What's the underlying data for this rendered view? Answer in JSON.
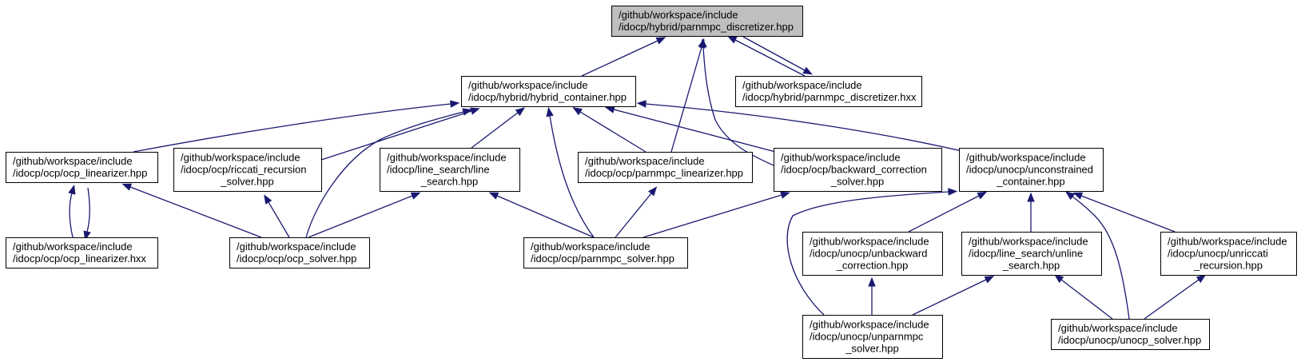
{
  "diagram": {
    "colors": {
      "root_fill": "#bfbfbf",
      "node_fill": "#ffffff",
      "node_border": "#000000",
      "edge": "#191970"
    },
    "nodes": [
      {
        "id": "parnmpc_discretizer_hpp",
        "root": true,
        "lines": [
          "/github/workspace/include",
          "/idocp/hybrid/parnmpc_discretizer.hpp"
        ]
      },
      {
        "id": "hybrid_container_hpp",
        "lines": [
          "/github/workspace/include",
          "/idocp/hybrid/hybrid_container.hpp"
        ]
      },
      {
        "id": "parnmpc_discretizer_hxx",
        "lines": [
          "/github/workspace/include",
          "/idocp/hybrid/parnmpc_discretizer.hxx"
        ]
      },
      {
        "id": "ocp_linearizer_hpp",
        "lines": [
          "/github/workspace/include",
          "/idocp/ocp/ocp_linearizer.hpp"
        ]
      },
      {
        "id": "riccati_recursion_solver_hpp",
        "lines": [
          "/github/workspace/include",
          "/idocp/ocp/riccati_recursion",
          "_solver.hpp"
        ]
      },
      {
        "id": "line_search_hpp",
        "lines": [
          "/github/workspace/include",
          "/idocp/line_search/line",
          "_search.hpp"
        ]
      },
      {
        "id": "parnmpc_linearizer_hpp",
        "lines": [
          "/github/workspace/include",
          "/idocp/ocp/parnmpc_linearizer.hpp"
        ]
      },
      {
        "id": "backward_correction_solver_hpp",
        "lines": [
          "/github/workspace/include",
          "/idocp/ocp/backward_correction",
          "_solver.hpp"
        ]
      },
      {
        "id": "unconstrained_container_hpp",
        "lines": [
          "/github/workspace/include",
          "/idocp/unocp/unconstrained",
          "_container.hpp"
        ]
      },
      {
        "id": "ocp_linearizer_hxx",
        "lines": [
          "/github/workspace/include",
          "/idocp/ocp/ocp_linearizer.hxx"
        ]
      },
      {
        "id": "ocp_solver_hpp",
        "lines": [
          "/github/workspace/include",
          "/idocp/ocp/ocp_solver.hpp"
        ]
      },
      {
        "id": "parnmpc_solver_hpp",
        "lines": [
          "/github/workspace/include",
          "/idocp/ocp/parnmpc_solver.hpp"
        ]
      },
      {
        "id": "unbackward_correction_hpp",
        "lines": [
          "/github/workspace/include",
          "/idocp/unocp/unbackward",
          "_correction.hpp"
        ]
      },
      {
        "id": "unline_search_hpp",
        "lines": [
          "/github/workspace/include",
          "/idocp/line_search/unline",
          "_search.hpp"
        ]
      },
      {
        "id": "unriccati_recursion_hpp",
        "lines": [
          "/github/workspace/include",
          "/idocp/unocp/unriccati",
          "_recursion.hpp"
        ]
      },
      {
        "id": "unparnmpc_solver_hpp",
        "lines": [
          "/github/workspace/include",
          "/idocp/unocp/unparnmpc",
          "_solver.hpp"
        ]
      },
      {
        "id": "unocp_solver_hpp",
        "lines": [
          "/github/workspace/include",
          "/idocp/unocp/unocp_solver.hpp"
        ]
      }
    ],
    "edges": [
      {
        "from": "hybrid_container_hpp",
        "to": "parnmpc_discretizer_hpp"
      },
      {
        "from": "parnmpc_linearizer_hpp",
        "to": "parnmpc_discretizer_hpp"
      },
      {
        "from": "backward_correction_solver_hpp",
        "to": "parnmpc_discretizer_hpp"
      },
      {
        "from": "parnmpc_discretizer_hxx",
        "to": "parnmpc_discretizer_hpp"
      },
      {
        "from": "parnmpc_discretizer_hpp",
        "to": "parnmpc_discretizer_hxx"
      },
      {
        "from": "ocp_linearizer_hpp",
        "to": "hybrid_container_hpp"
      },
      {
        "from": "riccati_recursion_solver_hpp",
        "to": "hybrid_container_hpp"
      },
      {
        "from": "ocp_solver_hpp",
        "to": "hybrid_container_hpp"
      },
      {
        "from": "line_search_hpp",
        "to": "hybrid_container_hpp"
      },
      {
        "from": "parnmpc_solver_hpp",
        "to": "hybrid_container_hpp"
      },
      {
        "from": "parnmpc_linearizer_hpp",
        "to": "hybrid_container_hpp"
      },
      {
        "from": "backward_correction_solver_hpp",
        "to": "hybrid_container_hpp"
      },
      {
        "from": "unconstrained_container_hpp",
        "to": "hybrid_container_hpp"
      },
      {
        "from": "ocp_linearizer_hxx",
        "to": "ocp_linearizer_hpp"
      },
      {
        "from": "ocp_linearizer_hpp",
        "to": "ocp_linearizer_hxx"
      },
      {
        "from": "ocp_solver_hpp",
        "to": "ocp_linearizer_hpp"
      },
      {
        "from": "ocp_solver_hpp",
        "to": "riccati_recursion_solver_hpp"
      },
      {
        "from": "ocp_solver_hpp",
        "to": "line_search_hpp"
      },
      {
        "from": "parnmpc_solver_hpp",
        "to": "line_search_hpp"
      },
      {
        "from": "parnmpc_solver_hpp",
        "to": "parnmpc_linearizer_hpp"
      },
      {
        "from": "parnmpc_solver_hpp",
        "to": "backward_correction_solver_hpp"
      },
      {
        "from": "unbackward_correction_hpp",
        "to": "unconstrained_container_hpp"
      },
      {
        "from": "unline_search_hpp",
        "to": "unconstrained_container_hpp"
      },
      {
        "from": "unriccati_recursion_hpp",
        "to": "unconstrained_container_hpp"
      },
      {
        "from": "unparnmpc_solver_hpp",
        "to": "unconstrained_container_hpp"
      },
      {
        "from": "unocp_solver_hpp",
        "to": "unconstrained_container_hpp"
      },
      {
        "from": "unparnmpc_solver_hpp",
        "to": "unbackward_correction_hpp"
      },
      {
        "from": "unparnmpc_solver_hpp",
        "to": "unline_search_hpp"
      },
      {
        "from": "unocp_solver_hpp",
        "to": "unline_search_hpp"
      },
      {
        "from": "unocp_solver_hpp",
        "to": "unriccati_recursion_hpp"
      }
    ]
  }
}
